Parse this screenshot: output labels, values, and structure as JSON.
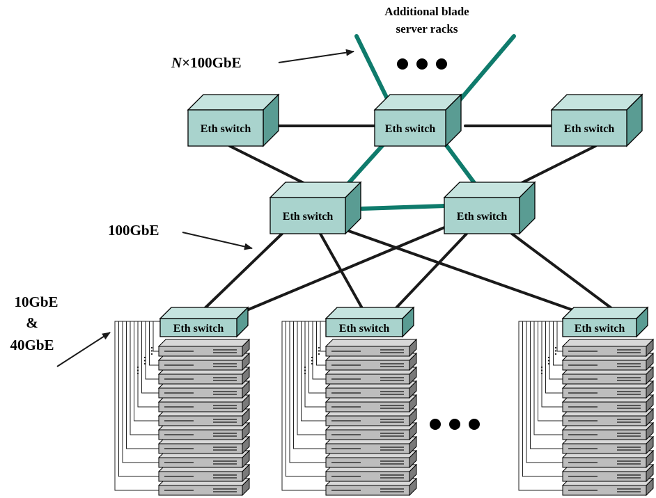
{
  "labels": {
    "additional_line1": "Additional blade",
    "additional_line2": "server racks",
    "nx_n": "N",
    "nx_rest": "×100GbE",
    "gbe100": "100GbE",
    "gbe_line1": "10GbE",
    "gbe_line2": "&",
    "gbe_line3": "40GbE"
  },
  "switch_label": "Eth switch",
  "colors": {
    "teal": "#0f7b6c",
    "switch_front": "#a9d3cd",
    "switch_top": "#c6e4df",
    "switch_side": "#5a9c93",
    "server_front": "#bdbdbd",
    "server_top": "#d8d8d8",
    "server_side": "#7a7a7a",
    "line": "#1a1a1a"
  },
  "icons": [
    "ellipsis-icon",
    "arrow-icon"
  ]
}
